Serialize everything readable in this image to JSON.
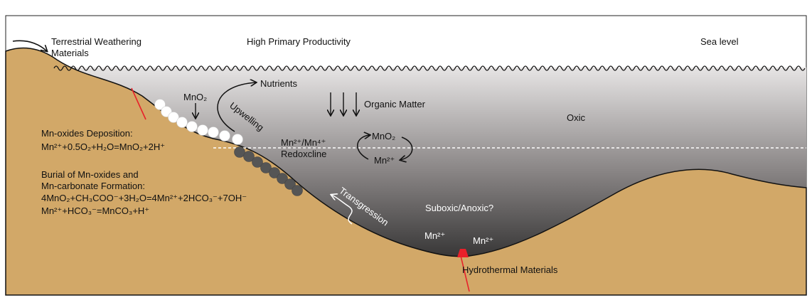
{
  "labels": {
    "terrestrial_1": "Terrestrial Weathering",
    "terrestrial_2": "Materials",
    "productivity": "High Primary Productivity",
    "sea_level": "Sea level",
    "nutrients": "Nutrients",
    "organic_matter": "Organic Matter",
    "mno2_top": "MnO₂",
    "upwelling": "Upwelling",
    "oxic": "Oxic",
    "redox_1": "Mn²⁺/Mn⁴⁺",
    "redox_2": "Redoxcline",
    "cycle_mno2": "MnO₂",
    "cycle_mn2": "Mn²⁺",
    "deposition_title": "Mn-oxides Deposition:",
    "deposition_eq": "Mn²⁺+0.5O₂+H₂O=MnO₂+2H⁺",
    "burial_1": "Burial of Mn-oxides and",
    "burial_2": "Mn-carbonate Formation:",
    "burial_eq1": "4MnO₂+CH₃COO⁻+3H₂O=4Mn²⁺+2HCO₃⁻+7OH⁻",
    "burial_eq2": "Mn²⁺+HCO₃⁻=MnCO₃+H⁺",
    "transgression": "Transgression",
    "suboxic": "Suboxic/Anoxic?",
    "mn2_a": "Mn²⁺",
    "mn2_b": "Mn²⁺",
    "hydrothermal": "Hydrothermal Materials"
  },
  "colors": {
    "sediment": "#d2a868",
    "water_top": "#e6e4e4",
    "water_bottom": "#161616",
    "fault": "#e8202a",
    "mn_oxide": "#ffffff",
    "mn_carbonate": "#555555"
  }
}
